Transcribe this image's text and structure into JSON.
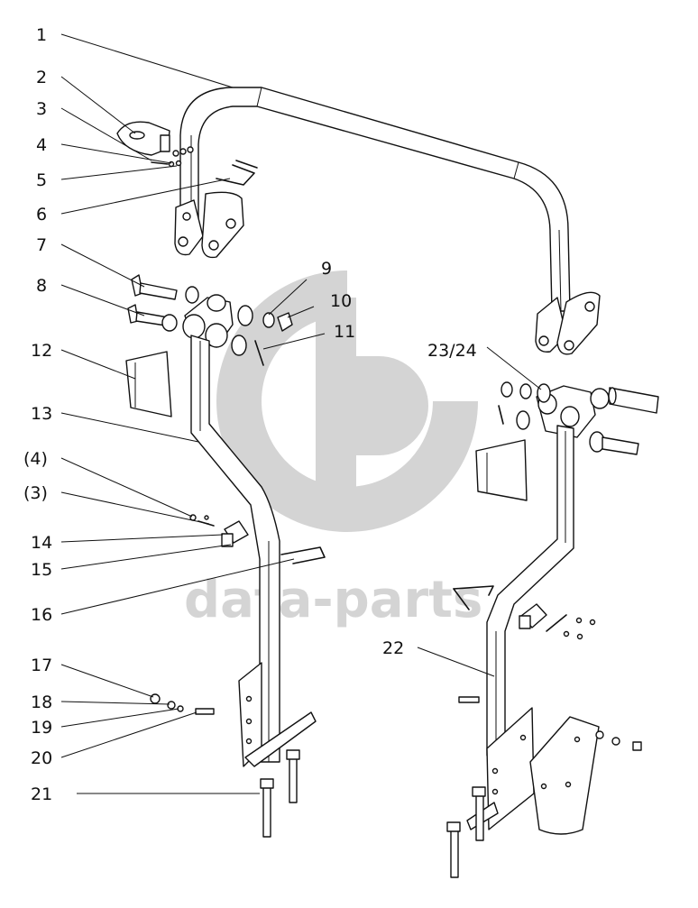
{
  "watermark": {
    "text": "data-parts",
    "color": "#d4d4d4"
  },
  "callouts": {
    "c1": "1",
    "c2": "2",
    "c3": "3",
    "c4": "4",
    "c5": "5",
    "c6": "6",
    "c7": "7",
    "c8": "8",
    "c9": "9",
    "c10": "10",
    "c11": "11",
    "c12": "12",
    "c13": "13",
    "c4b": "(4)",
    "c3b": "(3)",
    "c14": "14",
    "c15": "15",
    "c16": "16",
    "c17": "17",
    "c18": "18",
    "c19": "19",
    "c20": "20",
    "c21": "21",
    "c22": "22",
    "c2324": "23/24"
  }
}
